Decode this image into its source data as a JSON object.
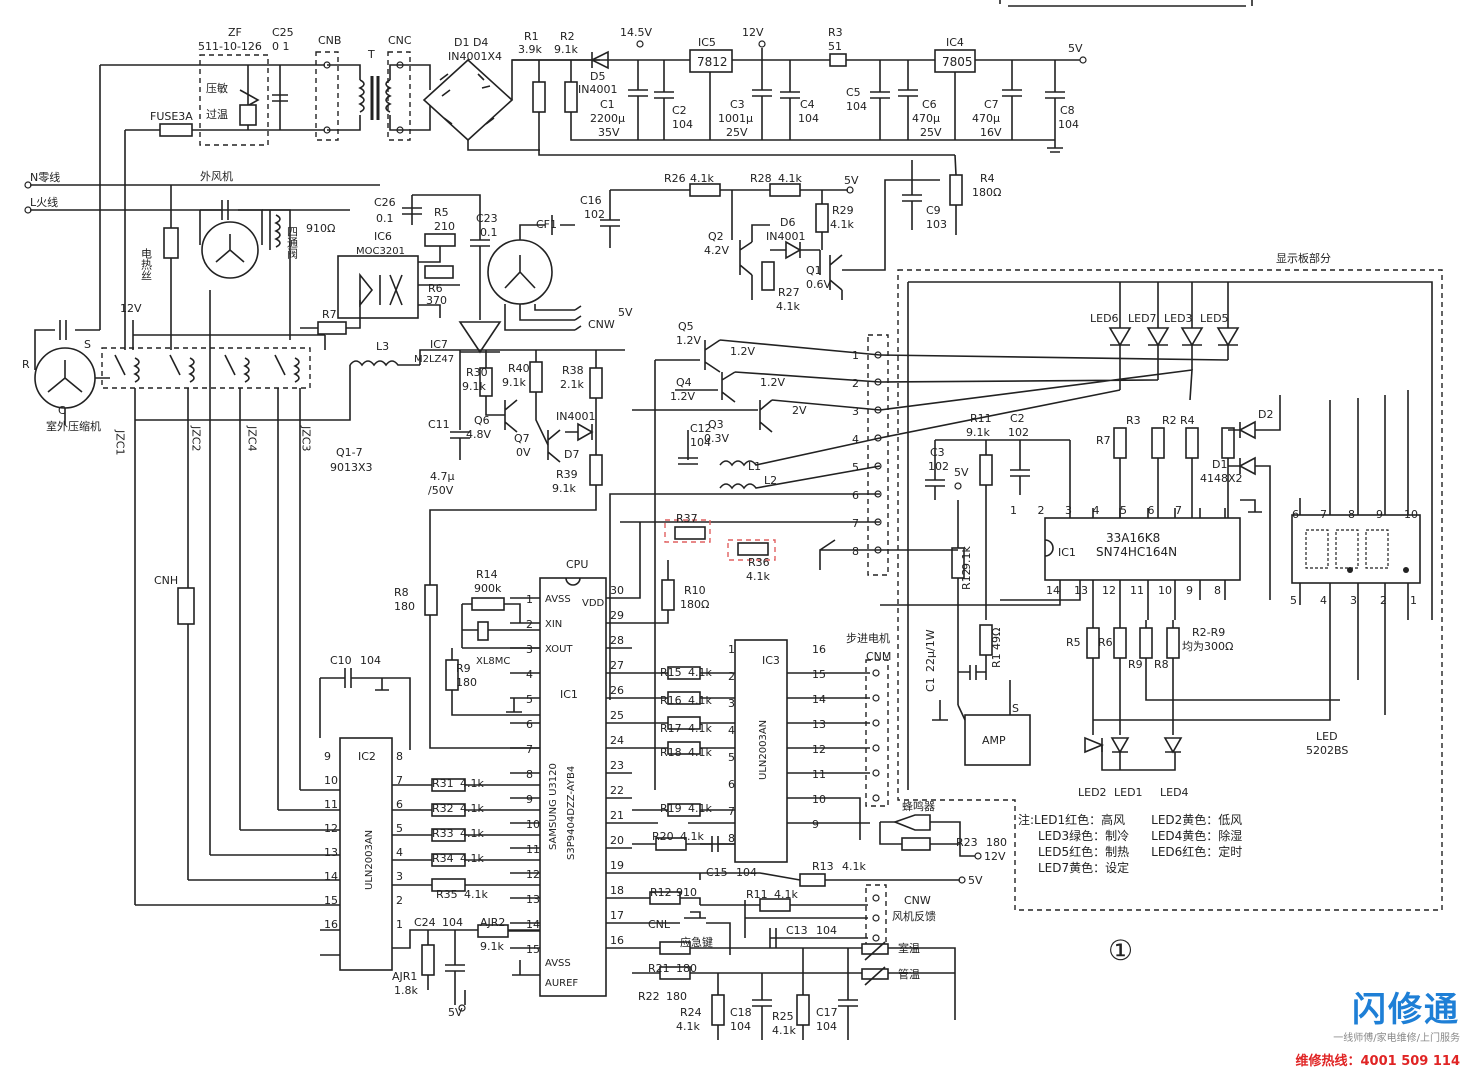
{
  "figure_number": "①",
  "brand": {
    "name": "闪修通",
    "tagline": "一线师傅/家电维修/上门服务",
    "hotline": "维修热线：4001 509 114"
  },
  "notes": [
    "注:LED1红色：高风",
    "LED3绿色：制冷",
    "LED5红色：制热",
    "LED7黄色：设定",
    "LED2黄色：低风",
    "LED4黄色：除湿",
    "LED6红色：定时"
  ],
  "labels": {
    "n_line": "N零线",
    "l_line": "L火线",
    "fuse": "FUSE3A",
    "zf": "ZF",
    "zf_part": "511-10-126",
    "varistor": "压敏",
    "thermal": "过温",
    "c25": "C25",
    "c25v": "0 1",
    "cnb": "CNB",
    "t": "T",
    "cnc": "CNC",
    "d1d4": "D1  D4",
    "d1d4v": "IN4001X4",
    "r1": "R1",
    "r1v": "3.9k",
    "r2": "R2",
    "r2v": "9.1k",
    "v145": "14.5V",
    "d5": "D5",
    "d5v": "IN4001",
    "c1": "C1",
    "c1v": "2200μ",
    "c1vv": "35V",
    "c2": "C2",
    "c2v": "104",
    "ic5": "IC5",
    "ic5v": "7812",
    "v12": "12V",
    "c3": "C3",
    "c3v": "1001μ",
    "c3vv": "25V",
    "c4": "C4",
    "c4v": "104",
    "r3": "R3",
    "r3v": "51",
    "c5": "C5",
    "c5v": "104",
    "ic4": "IC4",
    "ic4v": "7805",
    "c6": "C6",
    "c6v": "470μ",
    "c6vv": "25V",
    "c7": "C7",
    "c7v": "470μ",
    "c7vv": "16V",
    "c8": "C8",
    "c8v": "104",
    "v5": "5V",
    "r4": "R4",
    "r4v": "180Ω",
    "c9": "C9",
    "c9v": "103",
    "outdoor_fan": "外风机",
    "heater": "电热丝",
    "four_way": "四通阀",
    "four_way_r": "910Ω",
    "c26": "C26",
    "c26v": "0.1",
    "r5": "R5",
    "r5v": "210",
    "c23": "C23",
    "c23v": "0.1",
    "cf1": "CF1",
    "ic6": "IC6",
    "ic6v": "MOC3201",
    "r6": "R6",
    "r6v": "370",
    "ic7": "IC7",
    "ic7v": "M2LZ47",
    "r7": "R7",
    "l3": "L3",
    "cnw": "CNW",
    "compressor": "室外压缩机",
    "comp_r": "R",
    "comp_s": "S",
    "comp_c": "C",
    "v12b": "12V",
    "jzc1": "JZC1",
    "jzc2": "JZC2",
    "jzc3": "JZC3",
    "jzc4": "JZC4",
    "q17": "Q1-7",
    "q17v": "9013X3",
    "cnh": "CNH",
    "r26": "R26",
    "r26v": "4.1k",
    "r28": "R28",
    "r28v": "4.1k",
    "v5b": "5V",
    "c16": "C16",
    "c16v": "102",
    "r29": "R29",
    "r29v": "4.1k",
    "d6": "D6",
    "d6v": "IN4001",
    "q2": "Q2",
    "q2v": "4.2V",
    "q1": "Q1",
    "q1v": "0.6V",
    "r27": "R27",
    "r27v": "4.1k",
    "v5c": "5V",
    "q5": "Q5",
    "q5v": "1.2V",
    "q5o": "1.2V",
    "q4": "Q4",
    "q4v": "1.2V",
    "q4o": "1.2V",
    "q3": "Q3",
    "q3v": "0.3V",
    "q3o": "2V",
    "r30": "R30",
    "r30v": "9.1k",
    "r40": "R40",
    "r40v": "9.1k",
    "r38": "R38",
    "r38v": "2.1k",
    "d7": "D7",
    "d7v": "IN4001",
    "q6": "Q6",
    "q6v": "4.8V",
    "q7": "Q7",
    "q7v": "0V",
    "c11": "C11",
    "c11v": "4.7μ",
    "c11vv": "/50V",
    "r39": "R39",
    "r39v": "9.1k",
    "c12": "C12",
    "c12v": "104",
    "l1": "L1",
    "l2": "L2",
    "r37": "R37",
    "r36": "R36",
    "r36v": "4.1k",
    "r8": "R8",
    "r8v": "180",
    "r14": "R14",
    "r14v": "900k",
    "xtal": "XL8MC",
    "r9": "R9",
    "r9v": "180",
    "cpu": "CPU",
    "ic1": "IC1",
    "ic1_part": "SAMSUNG  U3120",
    "ic1_part2": "S3P9404DZZ-AYB4",
    "avss": "AVSS",
    "vdd": "VDD",
    "xin": "XIN",
    "xout": "XOUT",
    "aref": "AUREF",
    "r10": "R10",
    "r10v": "180Ω",
    "ic3": "IC3",
    "ic3v": "ULN2003AN",
    "stepper": "步进电机",
    "cnm": "CNM",
    "c10": "C10",
    "c10v": "104",
    "ic2": "IC2",
    "ic2v": "ULN2003AN",
    "buzzer": "蜂鸣器",
    "r23": "R23",
    "r23v": "180",
    "v12c": "12V",
    "c15": "C15",
    "c15v": "104",
    "r13": "R13",
    "r13v": "4.1k",
    "v5d": "5V",
    "r12": "R12",
    "r12v": "910",
    "r11": "R11",
    "r11v": "4.1k",
    "cnw2": "CNW",
    "fan_fb": "风机反馈",
    "cnl": "CNL",
    "emergency": "应急键",
    "c13": "C13",
    "c13v": "104",
    "room_temp": "室温",
    "pipe_temp": "管温",
    "r21": "R21",
    "r21v": "180",
    "r22": "R22",
    "r22v": "180",
    "r24": "R24",
    "r24v": "4.1k",
    "c18": "C18",
    "c18v": "104",
    "r25": "R25",
    "r25v": "4.1k",
    "c17": "C17",
    "c17v": "104",
    "r31": "R31",
    "r31v": "4.1k",
    "r32": "R32",
    "r32v": "4.1k",
    "r33": "R33",
    "r33v": "4.1k",
    "r34": "R34",
    "r34v": "4.1k",
    "r35": "R35",
    "r35v": "4.1k",
    "c24": "C24",
    "c24v": "104",
    "ajr2": "AJR2",
    "ajr2v": "9.1k",
    "ajr1": "AJR1",
    "ajr1v": "1.8k",
    "v5e": "5V",
    "r15": "R15",
    "r15v": "4.1k",
    "r16": "R16",
    "r16v": "4.1k",
    "r17": "R17",
    "r17v": "4.1k",
    "r18": "R18",
    "r18v": "4.1k",
    "r19": "R19",
    "r19v": "4.1k",
    "r20": "R20",
    "r20v": "4.1k",
    "display_section": "显示板部分",
    "led6": "LED6",
    "led7": "LED7",
    "led3": "LED3",
    "led5": "LED5",
    "d_r11": "R11",
    "d_r11v": "9.1k",
    "d_c2": "C2",
    "d_c2v": "102",
    "d_c3": "C3",
    "d_c3v": "102",
    "d_v5": "5V",
    "d_r7": "R7",
    "d_r3": "R3",
    "d_r2": "R2",
    "d_r4": "R4",
    "d2": "D2",
    "d1": "D1",
    "d12v": "4148X2",
    "d_ic1": "IC1",
    "d_ic1v": "33A16K8",
    "d_ic1vv": "SN74HC164N",
    "d_r12": "R12",
    "d_r12v": "9.1k",
    "d_r1": "R1",
    "d_r1v": "49Ω",
    "d_c1": "C1",
    "d_c1v": "22μ/1W",
    "amp": "AMP",
    "amp_s": "S",
    "d_r5": "R5",
    "d_r6": "R6",
    "d_r9": "R9",
    "d_r8": "R8",
    "d_rnote": "R2-R9",
    "d_rnotev": "均为300Ω",
    "led2": "LED2",
    "led1": "LED1",
    "led4": "LED4",
    "led_disp": "LED",
    "led_dispv": "5202BS",
    "seg_pins": [
      "6",
      "7",
      "8",
      "9",
      "10"
    ],
    "seg_pins_b": [
      "5",
      "4",
      "3",
      "2",
      "1"
    ],
    "conn_pins": [
      "1",
      "2",
      "3",
      "4",
      "5",
      "6",
      "7",
      "8"
    ],
    "d_pins_top": [
      "1",
      "2",
      "3",
      "4",
      "5",
      "6",
      "7"
    ],
    "d_pins_bot": [
      "14",
      "13",
      "12",
      "11",
      "10",
      "9",
      "8"
    ],
    "ic1_left_pins": [
      "1",
      "2",
      "3",
      "4",
      "5",
      "6",
      "7",
      "8",
      "9",
      "10",
      "11",
      "12",
      "13",
      "14",
      "15"
    ],
    "ic1_right_pins": [
      "30",
      "29",
      "28",
      "27",
      "26",
      "25",
      "24",
      "23",
      "22",
      "21",
      "20",
      "19",
      "18",
      "17",
      "16"
    ],
    "ic3_left_pins": [
      "1",
      "2",
      "3",
      "4",
      "5",
      "6",
      "7",
      "8"
    ],
    "ic3_right_pins": [
      "16",
      "15",
      "14",
      "13",
      "12",
      "11",
      "10",
      "9"
    ],
    "ic2_left_pins": [
      "9",
      "10",
      "11",
      "12",
      "13",
      "14",
      "15",
      "16"
    ],
    "ic2_right_pins": [
      "8",
      "7",
      "6",
      "5",
      "4",
      "3",
      "2",
      "1"
    ],
    "stepper_pins": [
      "16",
      "15",
      "14",
      "13",
      "12",
      "11",
      "10",
      "9"
    ]
  }
}
